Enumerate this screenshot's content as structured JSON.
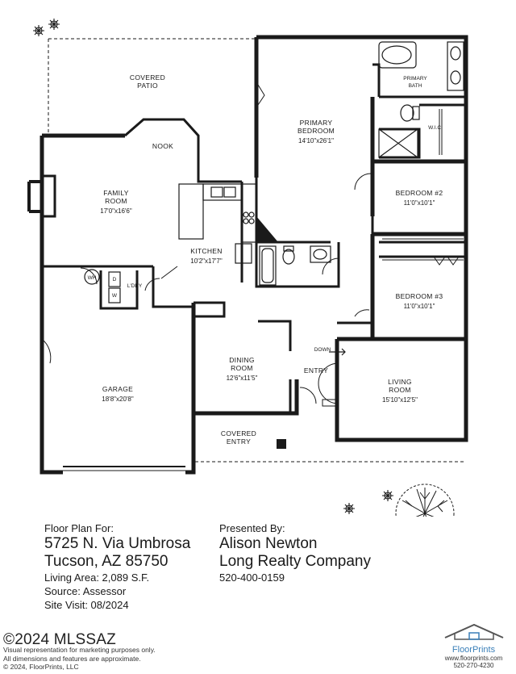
{
  "rooms": {
    "covered_patio": {
      "name_line1": "COVERED",
      "name_line2": "PATIO"
    },
    "nook": {
      "name": "NOOK"
    },
    "family_room": {
      "name_line1": "FAMILY",
      "name_line2": "ROOM",
      "dims": "17'0\"x16'6\""
    },
    "kitchen": {
      "name": "KITCHEN",
      "dims": "10'2\"x17'7\""
    },
    "primary_bedroom": {
      "name_line1": "PRIMARY",
      "name_line2": "BEDROOM",
      "dims": "14'10\"x26'1\""
    },
    "primary_bath": {
      "name_line1": "PRIMARY",
      "name_line2": "BATH"
    },
    "wic": {
      "name": "W.I.C."
    },
    "bedroom2": {
      "name": "BEDROOM #2",
      "dims": "11'0\"x10'1\""
    },
    "bedroom3": {
      "name": "BEDROOM #3",
      "dims": "11'0\"x10'1\""
    },
    "laundry": {
      "name": "L'DRY",
      "wh": "WH",
      "d": "D",
      "w": "W"
    },
    "garage": {
      "name": "GARAGE",
      "dims": "18'8\"x20'8\""
    },
    "dining_room": {
      "name_line1": "DINING",
      "name_line2": "ROOM",
      "dims": "12'6\"x11'5\""
    },
    "entry": {
      "name": "ENTRY",
      "down": "DOWN"
    },
    "living_room": {
      "name_line1": "LIVING",
      "name_line2": "ROOM",
      "dims": "15'10\"x12'5\""
    },
    "covered_entry": {
      "name_line1": "COVERED",
      "name_line2": "ENTRY"
    }
  },
  "info": {
    "floor_plan_for": "Floor Plan For:",
    "address_line1": "5725 N. Via Umbrosa",
    "address_line2": "Tucson, AZ  85750",
    "living_area": "Living Area:  2,089 S.F.",
    "source": "Source:  Assessor",
    "site_visit": "Site Visit:  08/2024",
    "presented_by": "Presented By:",
    "agent_name": "Alison Newton",
    "company": "Long Realty Company",
    "phone": "520-400-0159"
  },
  "watermark": "©2024 MLSSAZ",
  "disclaimer": {
    "line1": "Visual representation for marketing purposes only.",
    "line2": "All dimensions and features are approximate.",
    "line3": "© 2024, FloorPrints, LLC"
  },
  "brand": {
    "name": "FloorPrints",
    "url": "www.floorprints.com",
    "phone": "520-270-4230",
    "icon": "house-roof-logo-icon"
  },
  "colors": {
    "wall": "#1a1a1a",
    "brand": "#3a7fb8"
  }
}
